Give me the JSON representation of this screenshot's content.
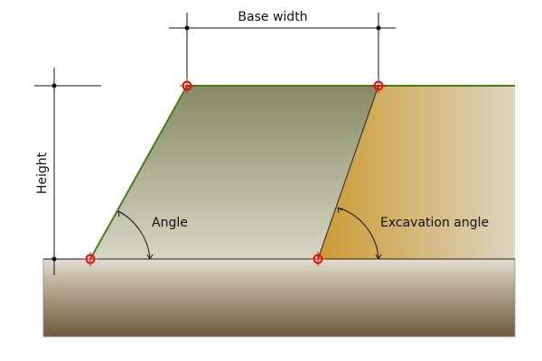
{
  "labels": {
    "base_width": "Base width",
    "height": "Height",
    "angle": "Angle",
    "excavation_angle": "Excavation angle"
  },
  "colors": {
    "slope_edge": "#4d7a1f",
    "handle": "#e01010",
    "dimension_line": "#111111",
    "embankment_top": "#868a64",
    "embankment_bottom": "#d8d6c4",
    "excavation_left": "#cc9a32",
    "excavation_right": "#dcd5c2",
    "ground_top": "#e3ddd2",
    "ground_bottom": "#6d5a40"
  },
  "icons": {
    "handle": "crosshair-circle-icon",
    "angle_arc": "angle-arc-icon"
  }
}
